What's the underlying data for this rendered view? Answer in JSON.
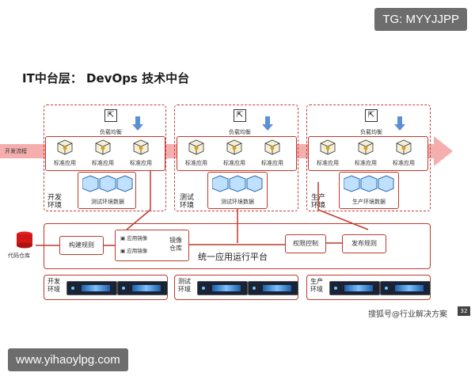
{
  "title": "IT中台层： DevOps 技术中台",
  "left_labels": {
    "dev_process": "开发流程",
    "code_repo": "代码仓库"
  },
  "zones": [
    {
      "name": "开发\n环境",
      "balancer": "负载均衡",
      "apps": [
        "标准应用",
        "标准应用",
        "标准应用"
      ],
      "data": "测试环境数据"
    },
    {
      "name": "测试\n环境",
      "balancer": "负载均衡",
      "apps": [
        "标准应用",
        "标准应用",
        "标准应用"
      ],
      "data": "测试环境数据"
    },
    {
      "name": "生产\n环境",
      "balancer": "负载均衡",
      "apps": [
        "标准应用",
        "标准应用",
        "标准应用"
      ],
      "data": "生产环境数据"
    }
  ],
  "platform": {
    "build": "构建规则",
    "image_item1": "应用镜像",
    "image_item2": "应用镜像",
    "image_repo": "镜像\n仓库",
    "title": "统一应用运行平台",
    "auth": "权限控制",
    "release": "发布规则"
  },
  "infra": [
    {
      "name": "开发\n环境"
    },
    {
      "name": "测试\n环境"
    },
    {
      "name": "生产\n环境"
    }
  ],
  "page_number": "32",
  "source": "搜狐号@行业解决方案",
  "watermark_top": "TG: MYYJJPP",
  "watermark_bottom": "www.yihaoylpg.com",
  "colors": {
    "accent_red": "#c0392b",
    "arrow_red": "#f08080",
    "arrow_blue": "#5b8fd6"
  }
}
